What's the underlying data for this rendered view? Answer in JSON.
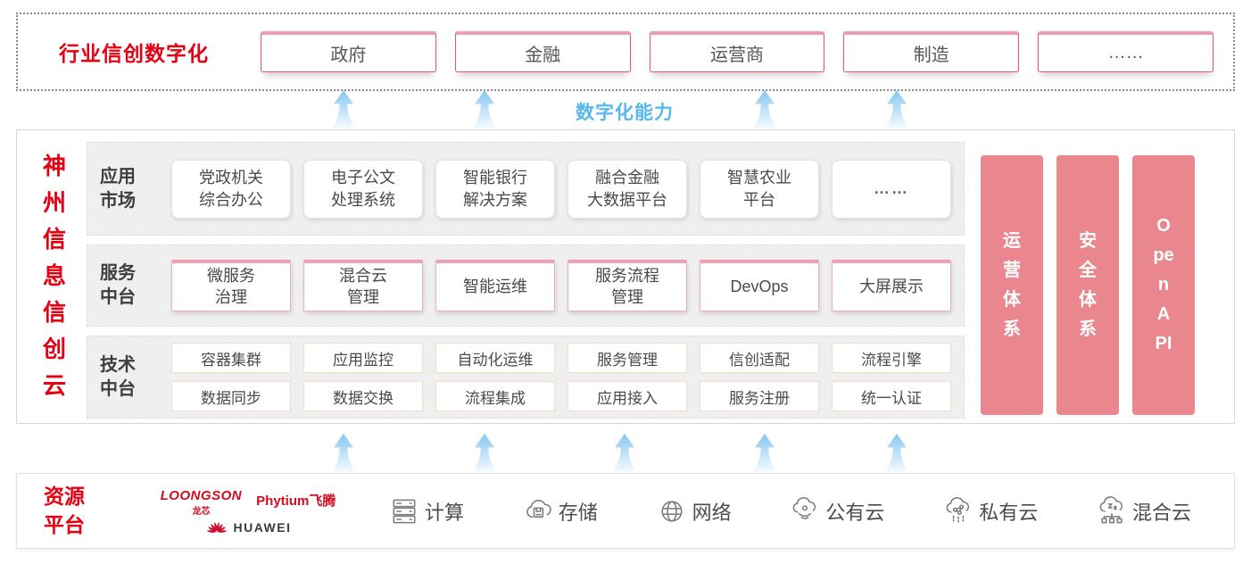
{
  "top_banner": {
    "title": "行业信创数字化",
    "industries": [
      "政府",
      "金融",
      "运营商",
      "制造",
      "……"
    ]
  },
  "capability_label": "数字化能力",
  "main_panel": {
    "side_title": "神州信息信创云",
    "rows": [
      {
        "label": "应用\n市场",
        "items": [
          "党政机关\n综合办公",
          "电子公文\n处理系统",
          "智能银行\n解决方案",
          "融合金融\n大数据平台",
          "智慧农业\n平台",
          "……"
        ]
      },
      {
        "label": "服务\n中台",
        "items": [
          "微服务\n治理",
          "混合云\n管理",
          "智能运维",
          "服务流程\n管理",
          "DevOps",
          "大屏展示"
        ]
      },
      {
        "label": "技术\n中台",
        "items_row1": [
          "容器集群",
          "应用监控",
          "自动化运维",
          "服务管理",
          "信创适配",
          "流程引擎"
        ],
        "items_row2": [
          "数据同步",
          "数据交换",
          "流程集成",
          "应用接入",
          "服务注册",
          "统一认证"
        ]
      }
    ],
    "pillars": [
      {
        "label": "运营体系"
      },
      {
        "label": "安全体系"
      },
      {
        "label": "Open API"
      }
    ]
  },
  "resource_platform": {
    "label": "资源\n平台",
    "vendors": {
      "loongson_name": "LOONGSON",
      "loongson_sub": "龙芯",
      "phytium": "Phytium飞腾",
      "huawei": "HUAWEI"
    },
    "items": [
      {
        "icon": "server-icon",
        "label": "计算"
      },
      {
        "icon": "storage-cloud-icon",
        "label": "存储"
      },
      {
        "icon": "network-globe-icon",
        "label": "网络"
      },
      {
        "icon": "public-cloud-icon",
        "label": "公有云"
      },
      {
        "icon": "private-cloud-icon",
        "label": "私有云"
      },
      {
        "icon": "hybrid-cloud-icon",
        "label": "混合云"
      }
    ]
  },
  "colors": {
    "accent_red": "#e60012",
    "pillar_pink": "#e9868e",
    "capability_blue": "#56b8ee",
    "box_border_red": "#e4556e",
    "row_background": "#efefef"
  }
}
